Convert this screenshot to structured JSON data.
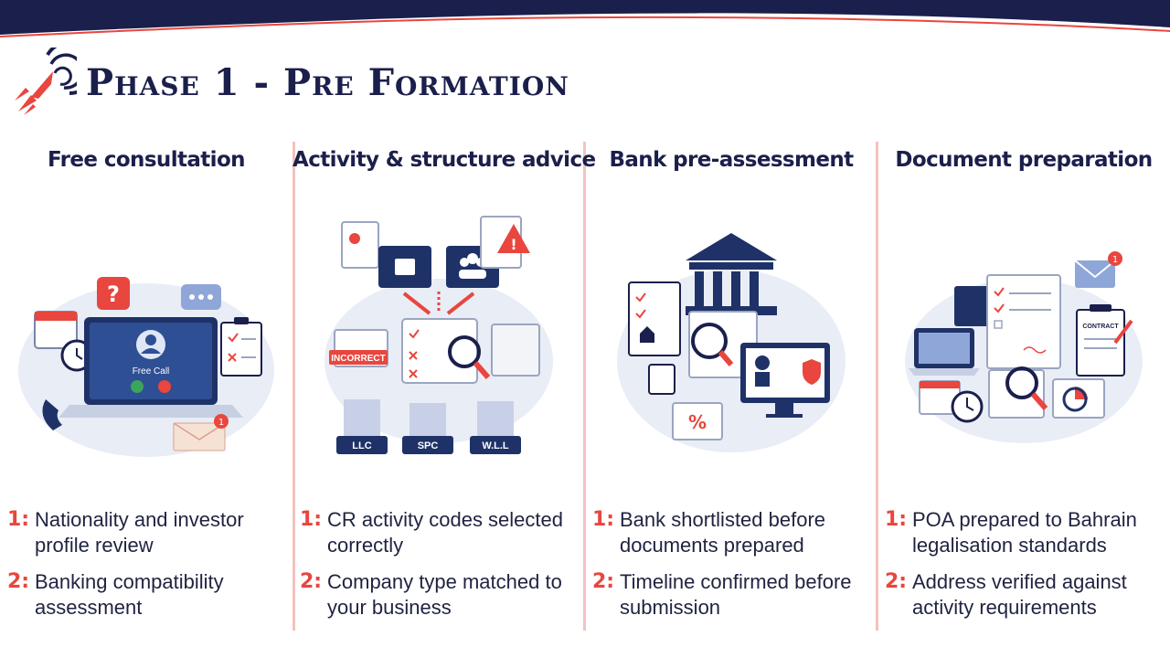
{
  "page": {
    "title": "Phase 1 - Pre Formation"
  },
  "colors": {
    "navy": "#1b1f4b",
    "accent": "#e8463e",
    "divider": "#f2c3bf"
  },
  "columns": [
    {
      "title": "Free consultation",
      "illustration": {
        "labels": [
          "Free Call"
        ],
        "badge": "1"
      },
      "points": [
        {
          "num": "1:",
          "text": "Nationality and investor profile review"
        },
        {
          "num": "2:",
          "text": "Banking compatibility assessment"
        }
      ]
    },
    {
      "title": "Activity & structure advice",
      "illustration": {
        "labels": [
          "INCORRECT",
          "LLC",
          "SPC",
          "W.L.L"
        ]
      },
      "points": [
        {
          "num": "1:",
          "text": "CR activity codes selected correctly"
        },
        {
          "num": "2:",
          "text": "Company type matched to your business"
        }
      ]
    },
    {
      "title": "Bank pre-assessment",
      "illustration": {
        "labels": [
          "%"
        ]
      },
      "points": [
        {
          "num": "1:",
          "text": "Bank shortlisted before documents prepared"
        },
        {
          "num": "2:",
          "text": "Timeline confirmed before submission"
        }
      ]
    },
    {
      "title": "Document preparation",
      "illustration": {
        "labels": [
          "CONTRACT"
        ],
        "badge": "1"
      },
      "points": [
        {
          "num": "1:",
          "text": "POA prepared to Bahrain legalisation standards"
        },
        {
          "num": "2:",
          "text": "Address verified against activity requirements"
        }
      ]
    }
  ]
}
